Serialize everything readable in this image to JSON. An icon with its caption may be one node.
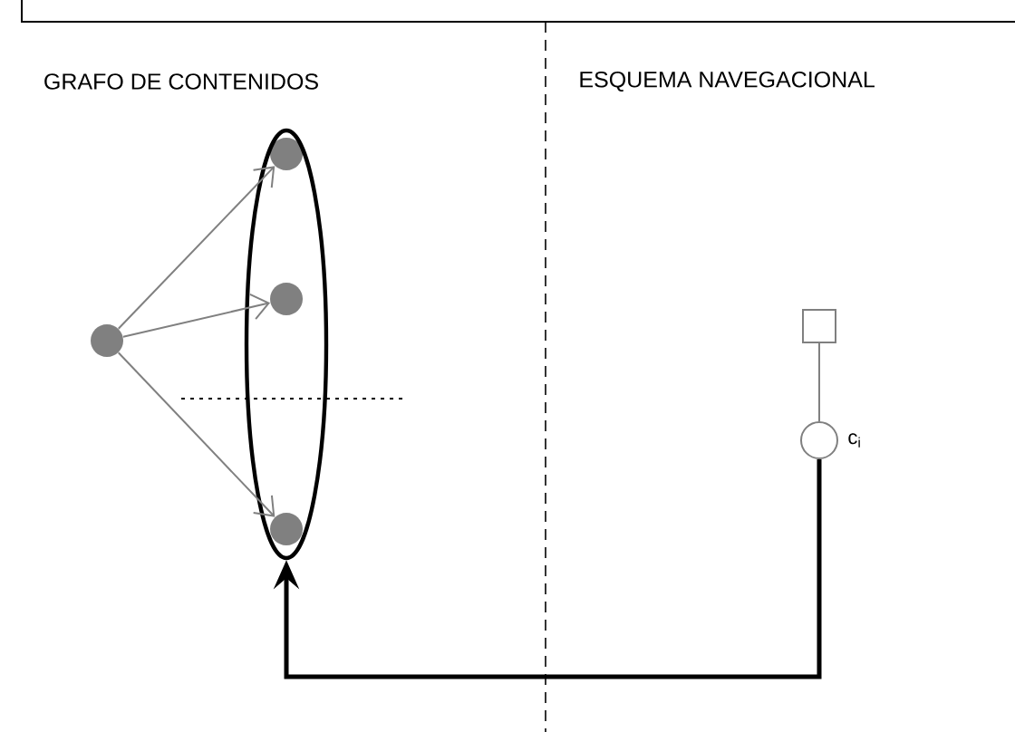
{
  "diagram": {
    "nodes": [
      {
        "text": [],
        "shape": "dot"
      },
      {
        "text": [],
        "shape": "ellipse"
      },
      {
        "text": [],
        "shape": "dot",
        "in": 1
      },
      {
        "text": [],
        "shape": "dot",
        "in": 1
      },
      {
        "text": [],
        "shape": "dot",
        "in": 1
      },
      {
        "text": [],
        "shape": "box"
      },
      {
        "text": [],
        "shape": "circle",
        "beside": [
          "c$_{i}$"
        ]
      }
    ],
    "edges": [
      {
        "from": 0,
        "to": 2,
        "arrow": "to"
      },
      {
        "from": 0,
        "to": 3,
        "arrow": "to"
      },
      {
        "from": 0,
        "to": 4,
        "arrow": "to"
      },
      {
        "from": 5,
        "to": 6,
        "arrow": "none"
      },
      {
        "from": 6,
        "to": 1,
        "arrow": "to",
        "style": "thick",
        "color": "#000000"
      }
    ],
    "labels": [
      "GRAFO DE CONTENIDOS",
      "ESQUEMA NAVEGACIONAL"
    ]
  }
}
